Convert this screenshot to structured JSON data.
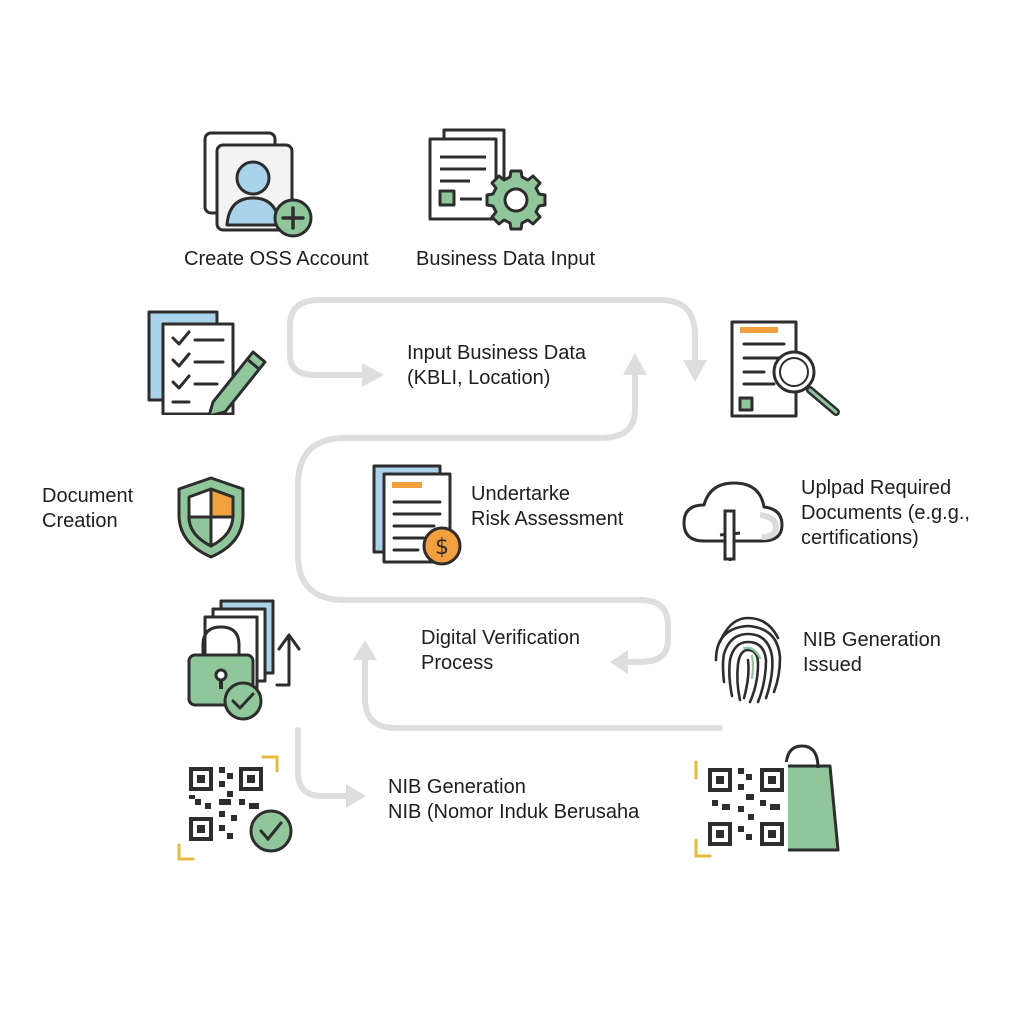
{
  "steps": {
    "create_account": "Create OSS Account",
    "business_data_input": "Business Data Input",
    "input_business_data": [
      "Input Business Data",
      "(KBLI, Location)"
    ],
    "document_creation": [
      "Document",
      "Creation"
    ],
    "risk_assessment": [
      "Undertarke",
      "Risk Assessment"
    ],
    "upload_documents": [
      "Uplpad Required",
      "Documents (e.g.g.,",
      "certifications)"
    ],
    "digital_verification": [
      "Digital Verification",
      "Process"
    ],
    "nib_issued": [
      "NIB Generation",
      "Issued"
    ],
    "nib_generation": [
      "NIB Generation",
      "NIB (Nomor Induk Berusaha"
    ]
  },
  "icons": {
    "create_account": "user-add-icon",
    "business_data_input": "document-gear-icon",
    "checklist": "checklist-pencil-icon",
    "review": "document-search-icon",
    "shield": "shield-icon",
    "risk_assessment": "document-dollar-icon",
    "upload": "cloud-upload-icon",
    "secure_verified": "lock-check-icon",
    "fingerprint": "fingerprint-icon",
    "qr_verified": "qr-check-icon",
    "qr_shopping": "qr-shopping-bag-icon"
  },
  "colors": {
    "accent_green": "#8fc79a",
    "accent_blue": "#a9d3ea",
    "accent_orange": "#f2a03d",
    "accent_yellow": "#e8b93a",
    "outline": "#2d2d2d",
    "flow_line": "#dcdcdc"
  }
}
